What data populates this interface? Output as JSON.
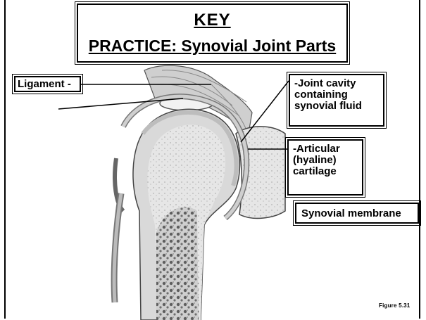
{
  "title": {
    "key": "KEY",
    "subtitle": "PRACTICE:  Synovial Joint Parts"
  },
  "labels": {
    "ligament": "Ligament",
    "joint_cavity": [
      "-Joint cavity",
      "containing",
      "synovial fluid"
    ],
    "cartilage": [
      "-Articular",
      "(hyaline)",
      "cartilage"
    ],
    "synovial_membrane": "Synovial membrane"
  },
  "figure_caption": "Figure   5.31",
  "colors": {
    "bone": "#d9d9d9",
    "spongy_bone": "#8a8a8a",
    "ligament": "#c8c8c8",
    "outline": "#000000"
  }
}
